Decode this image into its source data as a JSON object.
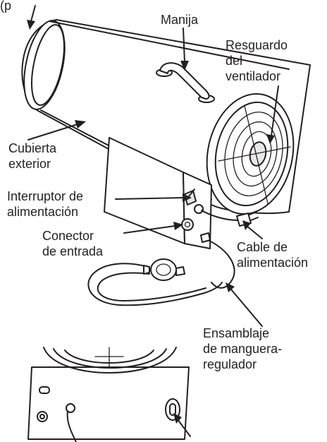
{
  "labels": {
    "top_partial": "(p",
    "manija": "Manija",
    "resguardo_1": "Resguardo",
    "resguardo_2": "del",
    "resguardo_3": "ventilador",
    "cubierta_1": "Cubierta",
    "cubierta_2": "exterior",
    "interruptor_1": "Interruptor de",
    "interruptor_2": "alimentación",
    "conector_1": "Conector",
    "conector_2": "de entrada",
    "cable_1": "Cable de",
    "cable_2": "alimentación",
    "ensamblaje_1": "Ensamblaje",
    "ensamblaje_2": "de manguera-",
    "ensamblaje_3": "regulador"
  },
  "colors": {
    "ink": "#231f20",
    "background": "#ffffff"
  }
}
